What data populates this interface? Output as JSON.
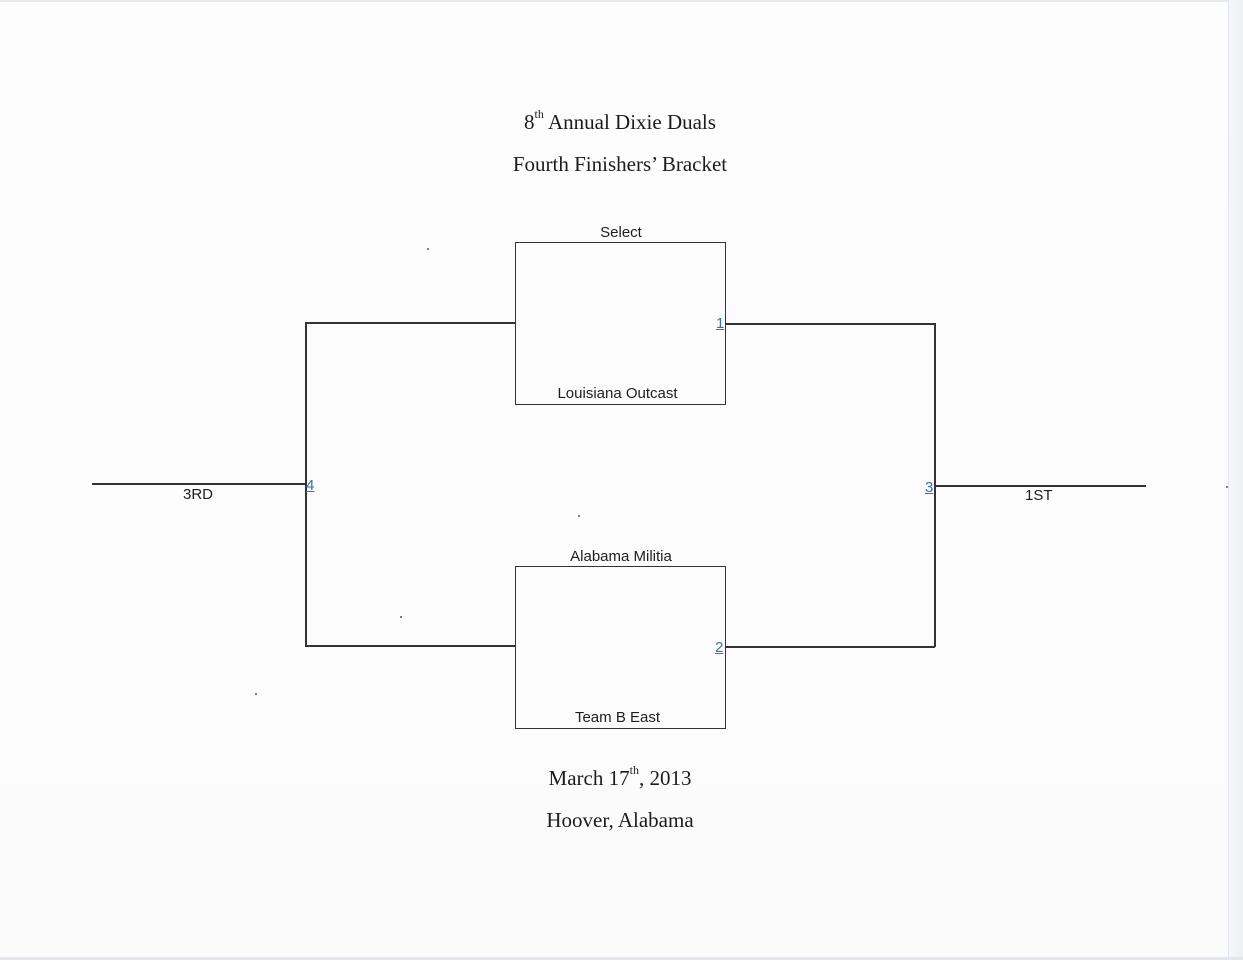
{
  "header": {
    "title_number": "8",
    "title_suffix": "th",
    "title_rest": "Annual Dixie Duals",
    "subtitle": "Fourth Finishers’ Bracket"
  },
  "bracket": {
    "top_match": {
      "team_top": "Select",
      "team_bottom": "Louisiana Outcast",
      "match_number": "1"
    },
    "bottom_match": {
      "team_top": "Alabama Militia",
      "team_bottom": "Team B East",
      "match_number": "2"
    },
    "left_final": {
      "match_number": "4",
      "place_label": "3RD"
    },
    "right_final": {
      "match_number": "3",
      "place_label": "1ST"
    }
  },
  "footer": {
    "date_prefix": "March 17",
    "date_suffix": "th",
    "date_year": ", 2013",
    "location": "Hoover, Alabama"
  }
}
